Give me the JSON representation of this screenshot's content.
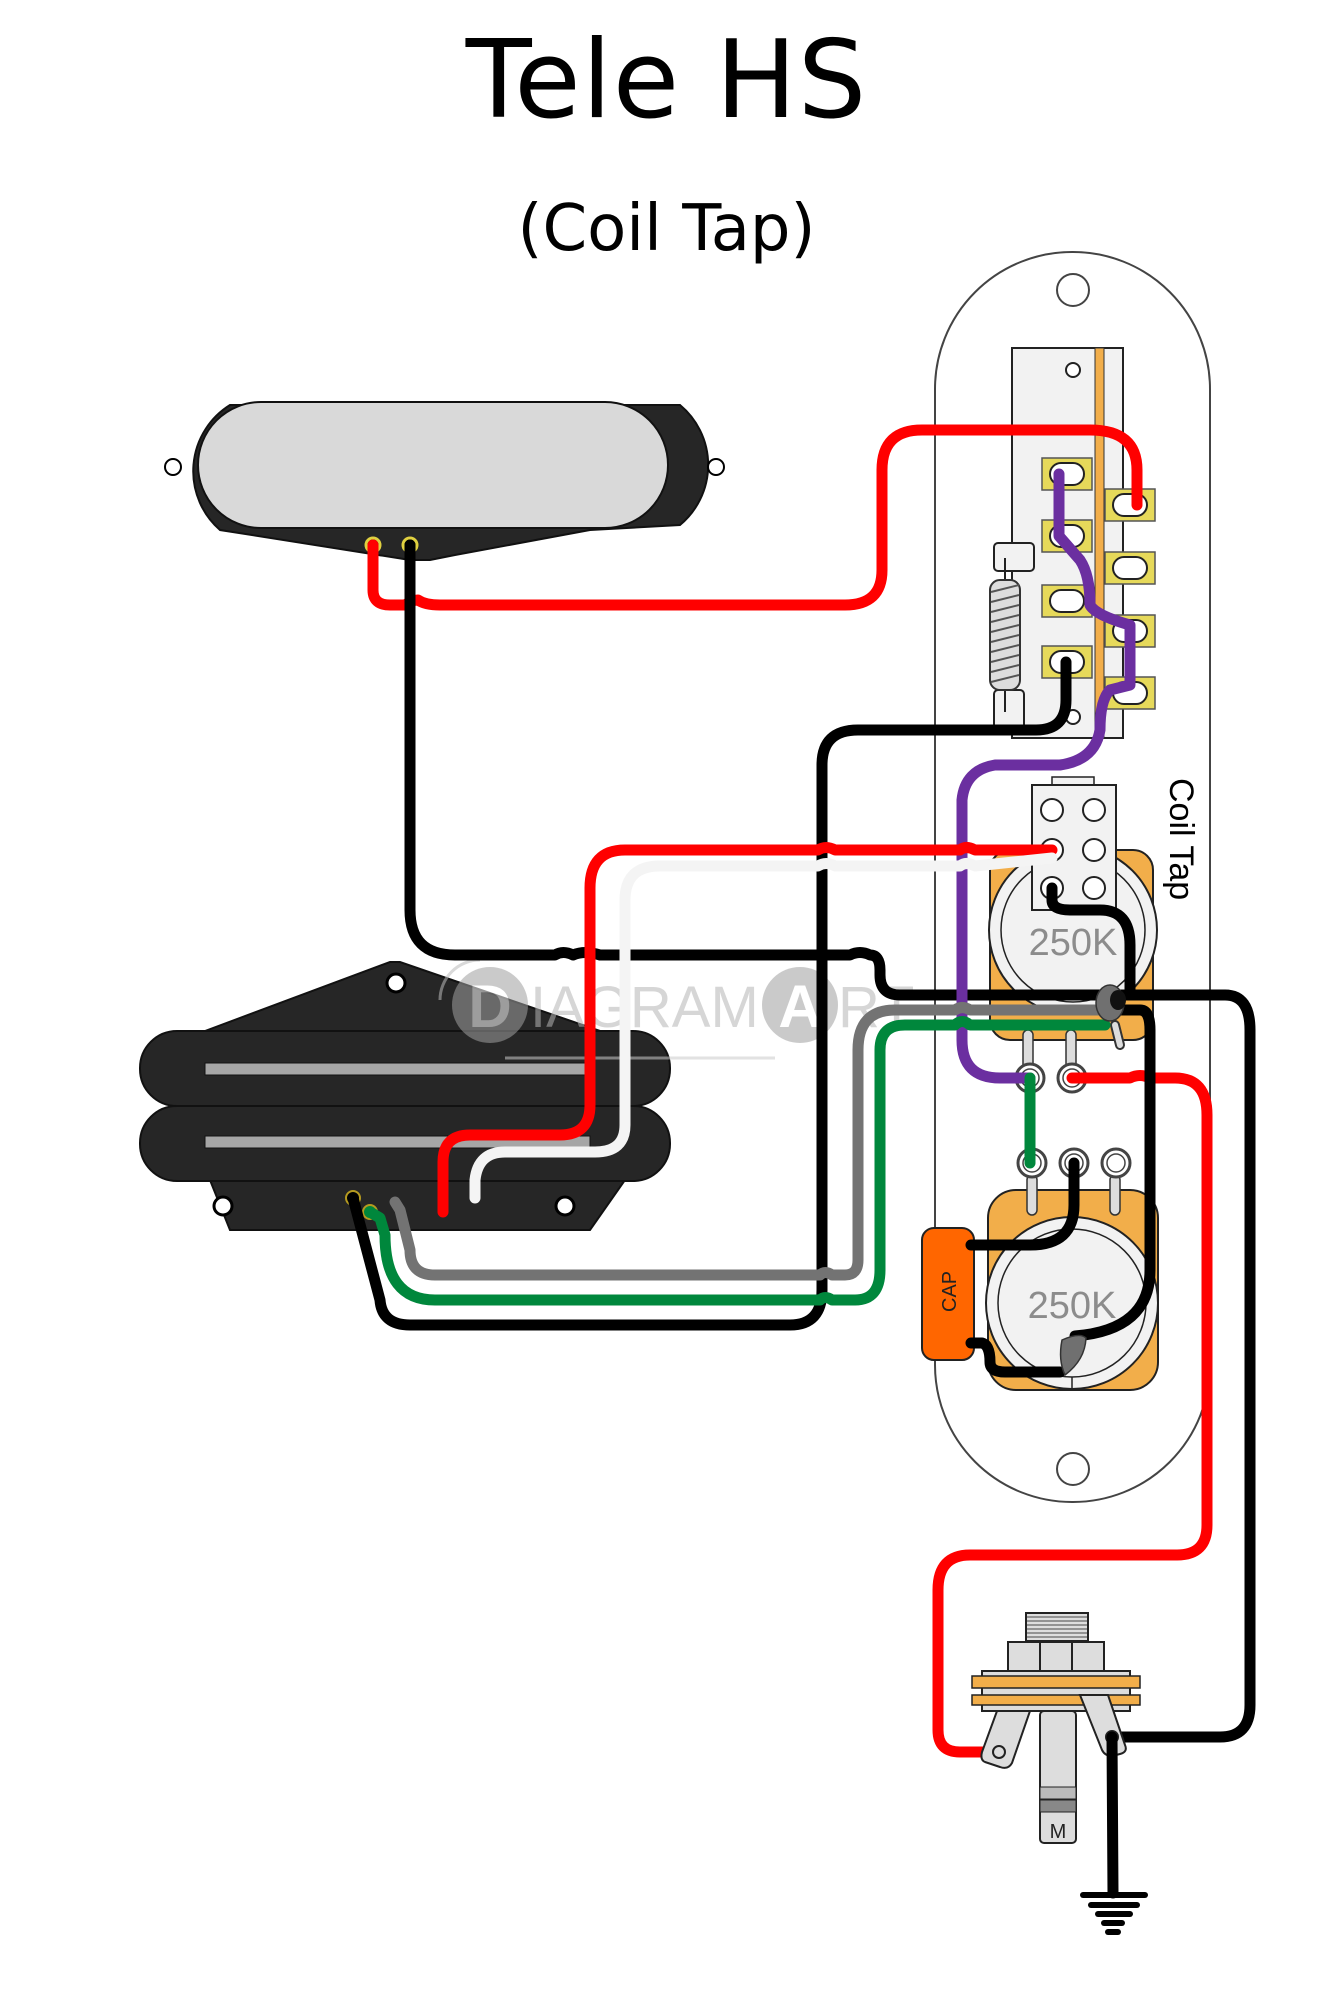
{
  "title": "Tele HS",
  "subtitle": "(Coil Tap)",
  "watermark": {
    "initial_1": "D",
    "middle": "IAGRAM",
    "initial_2": "A",
    "end": "RT"
  },
  "components": {
    "neck_pickup": {
      "type": "single-coil"
    },
    "bridge_pickup": {
      "type": "humbucker"
    },
    "selector_switch": {
      "type": "3-way blade"
    },
    "coil_tap_switch": {
      "label": "Coil Tap"
    },
    "volume_pot": {
      "value_label": "250K"
    },
    "tone_pot": {
      "value_label": "250K"
    },
    "capacitor": {
      "label": "CAP"
    },
    "output_jack": {
      "label": "M"
    },
    "ground": {
      "symbol": "ground"
    }
  },
  "colors": {
    "wire_red": "#ff0000",
    "wire_black": "#000000",
    "wire_white": "#f4f4f4",
    "wire_green": "#00873c",
    "wire_gray": "#737373",
    "wire_purple": "#6b2fa0",
    "pot_body": "#f2ae4a",
    "cap": "#ff6600",
    "lug": "#e6d95a",
    "pickup": "#262626",
    "pickup_cover": "#d9d9d9"
  }
}
